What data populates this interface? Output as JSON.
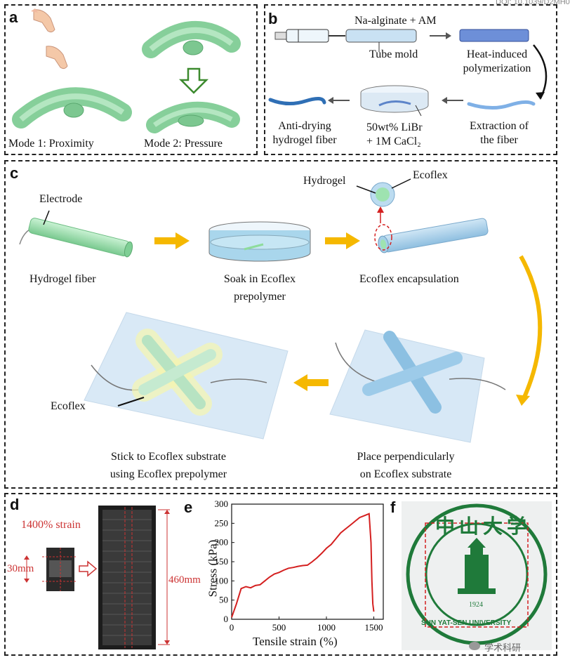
{
  "doi": "DOI: 10.1039/D2MH0",
  "watermark": "学术科研",
  "panel_a": {
    "label": "a",
    "mode1": "Mode 1: Proximity",
    "mode2": "Mode 2: Pressure"
  },
  "panel_b": {
    "label": "b",
    "precursor": "Na-alginate + AM",
    "tube_mold": "Tube mold",
    "heat_line1": "Heat-induced",
    "heat_line2": "polymerization",
    "extract_line1": "Extraction of",
    "extract_line2": "the fiber",
    "bath_line1": "50wt% LiBr",
    "bath_line2": "+ 1M CaCl₂",
    "fiber_line1": "Anti-drying",
    "fiber_line2": "hydrogel fiber"
  },
  "panel_c": {
    "label": "c",
    "electrode": "Electrode",
    "hydrogel_fiber": "Hydrogel fiber",
    "soak_line1": "Soak in Ecoflex",
    "soak_line2": "prepolymer",
    "hydrogel": "Hydrogel",
    "ecoflex": "Ecoflex",
    "encapsulation": "Ecoflex encapsulation",
    "place_line1": "Place perpendicularly",
    "place_line2": "on Ecoflex substrate",
    "stick_line1": "Stick to Ecoflex substrate",
    "stick_line2": "using Ecoflex prepolymer",
    "ecoflex_label": "Ecoflex"
  },
  "panel_d": {
    "label": "d",
    "strain": "1400% strain",
    "initial_length": "30mm",
    "final_length": "460mm"
  },
  "panel_e": {
    "label": "e",
    "xlabel": "Tensile strain (%)",
    "ylabel": "Stress (kPa)"
  },
  "panel_f": {
    "label": "f",
    "logo_chars": "中山大学",
    "logo_text": "SUN YAT-SEN UNIVERSITY",
    "logo_year": "1924"
  },
  "colors": {
    "hydrogel_green": "#9ee3b0",
    "ecoflex_blue": "#a9cfe8",
    "arrow_orange": "#f5b800",
    "curve_red": "#d42020",
    "sysu_green": "#1f7a3a"
  },
  "chart_data": {
    "type": "line",
    "title": "",
    "xlabel": "Tensile strain (%)",
    "ylabel": "Stress (kPa)",
    "xlim": [
      0,
      1600
    ],
    "ylim": [
      0,
      300
    ],
    "xticks": [
      0,
      500,
      1000,
      1500
    ],
    "yticks": [
      0,
      50,
      100,
      150,
      200,
      250,
      300
    ],
    "grid": false,
    "series": [
      {
        "x": [
          0,
          50,
          100,
          150,
          200,
          250,
          300,
          350,
          400,
          450,
          500,
          550,
          600,
          650,
          700,
          750,
          800,
          850,
          900,
          950,
          1000,
          1050,
          1100,
          1150,
          1200,
          1250,
          1300,
          1350,
          1400,
          1450,
          1470,
          1480,
          1490,
          1500
        ],
        "y": [
          5,
          40,
          80,
          85,
          82,
          88,
          90,
          100,
          110,
          118,
          122,
          128,
          133,
          135,
          138,
          140,
          141,
          150,
          160,
          172,
          185,
          195,
          210,
          225,
          235,
          245,
          255,
          265,
          270,
          275,
          200,
          100,
          40,
          20
        ],
        "color": "#d42020"
      }
    ]
  }
}
